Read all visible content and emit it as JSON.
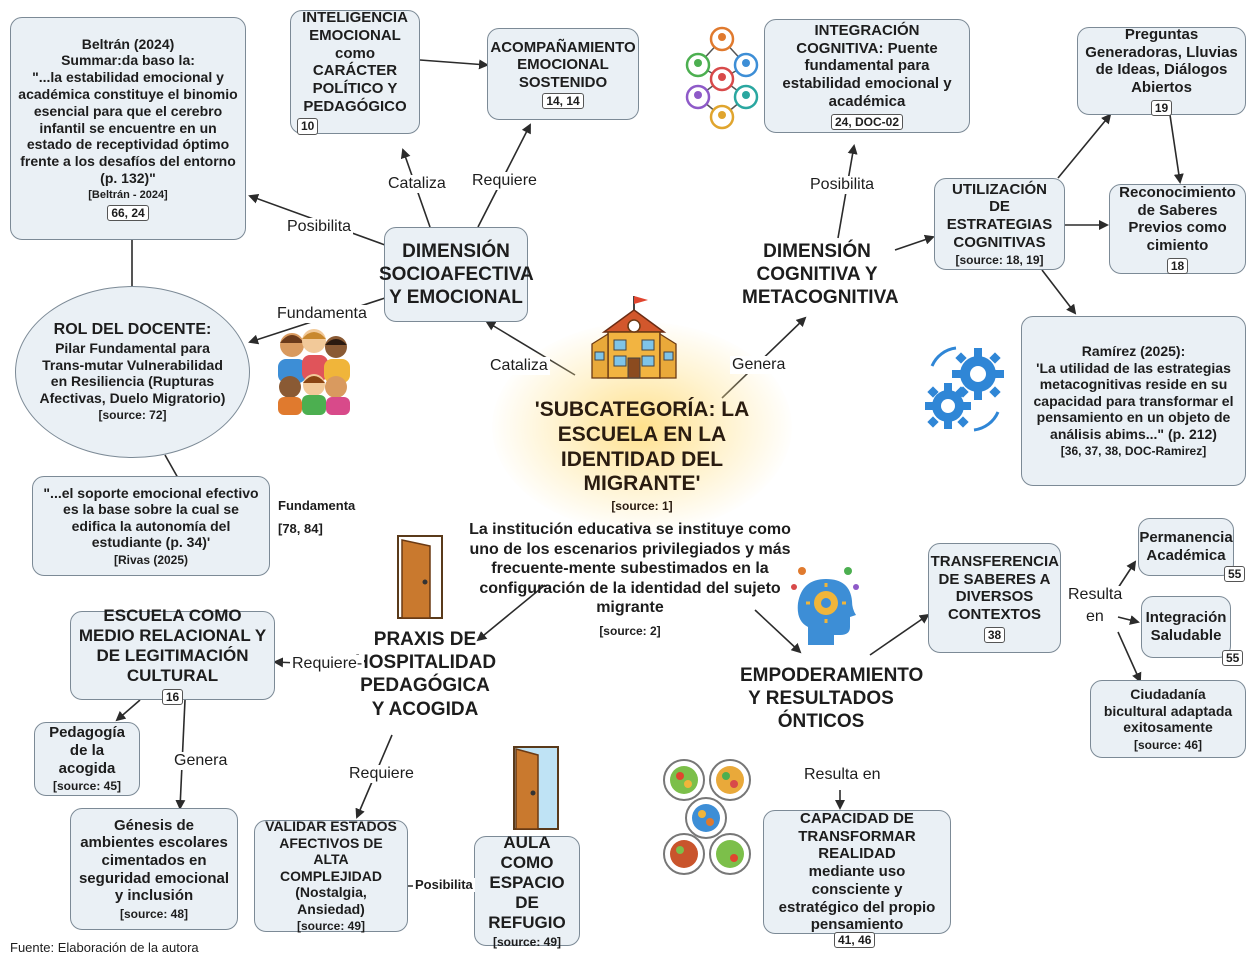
{
  "center": {
    "title": "'SUBCATEGORÍA: LA ESCUELA EN LA IDENTIDAD DEL MIGRANTE'",
    "source": "[source: 1]",
    "description": "La institución educativa se instituye como uno de los escenarios privilegiados y más frecuente-mente subestimados en la configuración de la identidad del sujeto migrante",
    "description_source": "[source: 2]"
  },
  "dimensions": {
    "socioafectiva": "DIMENSIÓN SOCIOAFECTIVA Y EMOCIONAL",
    "cognitiva": "DIMENSIÓN COGNITIVA Y METACOGNITIVA",
    "praxis": "PRAXIS DE HOSPITALIDAD PEDAGÓGICA Y ACOGIDA",
    "empoderamiento": "EMPODERAMIENTO Y RESULTADOS ÓNTICOS"
  },
  "nodes": {
    "beltran": {
      "title": "Beltrán (2024)",
      "sub": "Summar:da baso la:",
      "quote": "\"...la estabilidad emocional y académica constituye el binomio esencial para que el cerebro infantil se encuentre en un estado de receptividad óptimo frente a los desafíos del entorno (p. 132)\"",
      "source": "[Beltrán - 2024]",
      "tag": "66, 24"
    },
    "inteligencia": {
      "text": "INTELIGENCIA EMOCIONAL como CARÁCTER POLÍTICO Y PEDAGÓGICO",
      "tag": "10"
    },
    "acompanamiento": {
      "text": "ACOMPAÑAMIENTO EMOCIONAL SOSTENIDO",
      "tag": "14, 14"
    },
    "rol_docente": {
      "title": "ROL DEL DOCENTE:",
      "text": "Pilar Fundamental para Trans-mutar Vulnerabilidad en Resiliencia (Rupturas Afectivas, Duelo Migratorio)",
      "source": "[source: 72]"
    },
    "soporte": {
      "text": "\"...el soporte emocional efectivo es la base sobre la cual se edifica la autonomía del estudiante (p. 34)'",
      "source": "[Rivas (2025)"
    },
    "integracion_cog": {
      "text": "INTEGRACIÓN COGNITIVA: Puente fundamental para estabilidad emocional y académica",
      "tag": "24, DOC-02"
    },
    "estrategias": {
      "text": "UTILIZACIÓN DE ESTRATEGIAS COGNITIVAS",
      "source": "[source: 18, 19]"
    },
    "preguntas": {
      "text": "Preguntas Generadoras, Lluvias de Ideas, Diálogos Abiertos",
      "tag": "19"
    },
    "reconocimiento": {
      "text": "Reconocimiento de Saberes Previos como cimiento",
      "tag": "18"
    },
    "ramirez": {
      "title": "Ramírez (2025):",
      "quote": "'La utilidad de las estrategias metacognitivas reside en su capacidad para transformar el pensamiento en un objeto de análisis abims...\" (p. 212)",
      "source": "[36, 37, 38, DOC-Ramirez]"
    },
    "escuela_medio": {
      "text": "ESCUELA COMO MEDIO RELACIONAL Y DE LEGITIMACIÓN CULTURAL",
      "tag": "16"
    },
    "pedagogia": {
      "text": "Pedagogía de la acogida",
      "source": "[source: 45]"
    },
    "genesis": {
      "text": "Génesis de ambientes escolares cimentados en seguridad emocional y inclusión",
      "source": "[source: 48]"
    },
    "validar": {
      "text": "VALIDAR ESTADOS AFECTIVOS DE ALTA COMPLEJIDAD (Nostalgia, Ansiedad)",
      "source": "[source: 49]"
    },
    "aula": {
      "text": "AULA COMO ESPACIO DE REFUGIO",
      "source": "[source: 49]"
    },
    "transferencia": {
      "text": "TRANSFERENCIA DE SABERES A DIVERSOS CONTEXTOS",
      "tag": "38"
    },
    "permanencia": {
      "text": "Permanencia Académica",
      "tag": "55"
    },
    "integracion_sal": {
      "text": "Integración Saludable",
      "tag": "55"
    },
    "ciudadania": {
      "text": "Ciudadanía bicultural adaptada exitosamente",
      "source": "[source: 46]"
    },
    "capacidad": {
      "title": "CAPACIDAD DE TRANSFORMAR REALIDAD",
      "text": "mediante uso consciente y estratégico del propio pensamiento",
      "tag": "41, 46"
    }
  },
  "labels": {
    "cataliza": "Cataliza",
    "requiere": "Requiere",
    "posibilita": "Posibilita",
    "fundamenta": "Fundamenta",
    "genera": "Genera",
    "fundamenta_refs": "[78, 84]",
    "requiere_dash": "Requiere-",
    "resulta_en": "Resulta en",
    "resulta": "Resulta",
    "en": "en"
  },
  "footer": "Fuente: Elaboración de la autora"
}
